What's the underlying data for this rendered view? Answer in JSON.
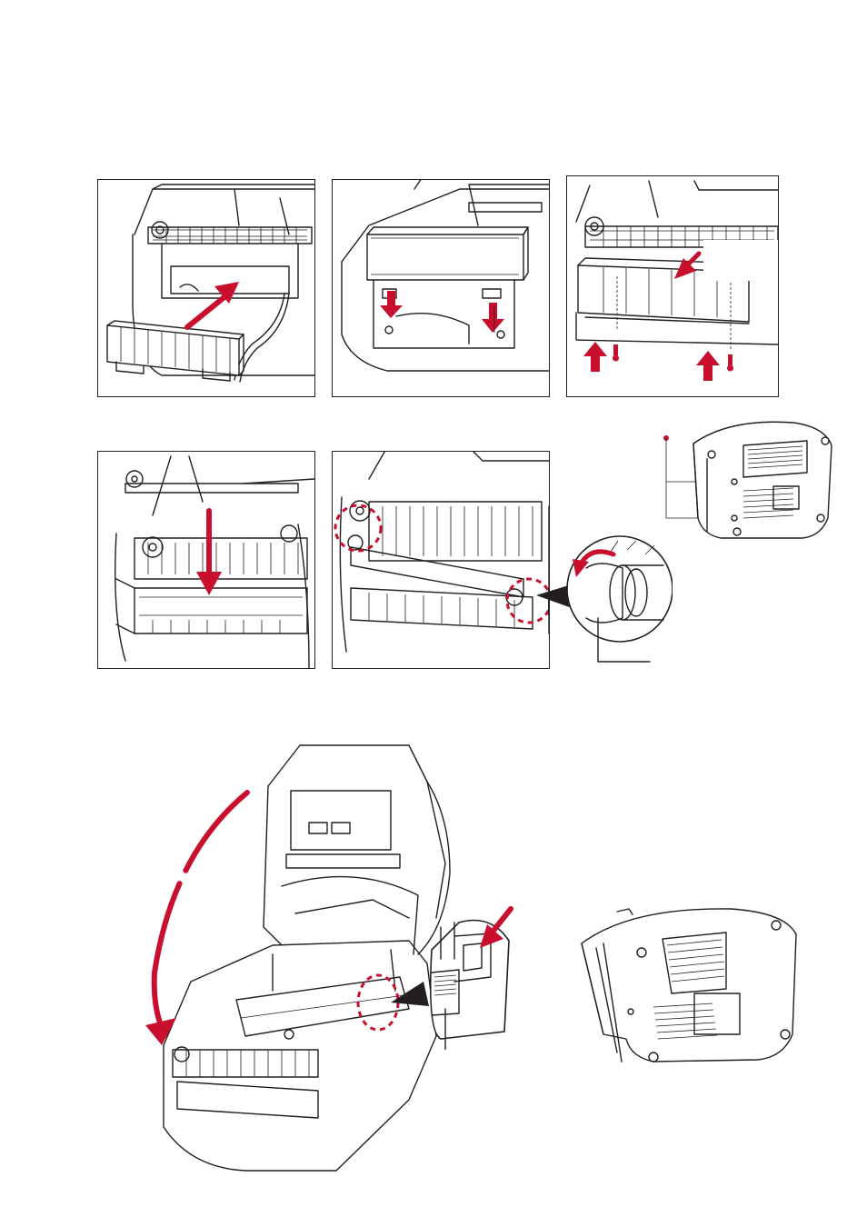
{
  "colors": {
    "accent": "#c8102e",
    "line": "#231f20",
    "background": "#ffffff"
  },
  "figures": [
    {
      "id": "step1",
      "icon": "cutter-module-insert-illustration"
    },
    {
      "id": "step2",
      "icon": "cutter-module-seat-illustration"
    },
    {
      "id": "step3",
      "icon": "cutter-module-screw-illustration"
    },
    {
      "id": "step4",
      "icon": "platen-roller-insert-illustration"
    },
    {
      "id": "step5",
      "icon": "platen-roller-lock-illustration"
    },
    {
      "id": "bottom-view-small",
      "icon": "printer-bottom-view-icon"
    },
    {
      "id": "cover-close",
      "icon": "printer-cover-close-illustration"
    },
    {
      "id": "bottom-view-large",
      "icon": "printer-bottom-view-icon"
    }
  ]
}
